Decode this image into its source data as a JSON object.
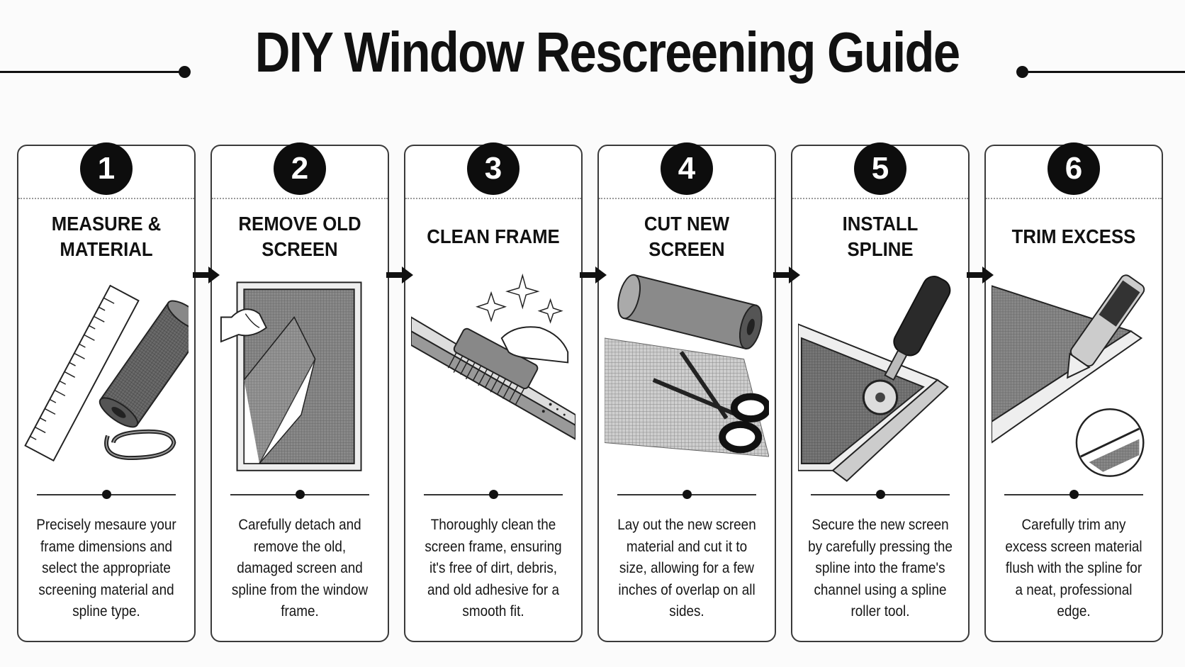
{
  "title": "DIY Window Rescreening Guide",
  "steps": [
    {
      "number": "1",
      "title": "MEASURE &\nMATERIAL",
      "description": "Precisely mesaure your frame dimensions and select the appropriate screening material and spline type."
    },
    {
      "number": "2",
      "title": "REMOVE OLD\nSCREEN",
      "description": "Carefully detach and remove the old, damaged screen and spline from the window frame."
    },
    {
      "number": "3",
      "title": "CLEAN FRAME",
      "description": "Thoroughly clean the screen frame, ensuring it's free of dirt, debris, and old adhesive for a smooth fit."
    },
    {
      "number": "4",
      "title": "CUT NEW\nSCREEN",
      "description": "Lay out the new screen material and cut it to size, allowing for a few inches of overlap on all sides."
    },
    {
      "number": "5",
      "title": "INSTALL\nSPLINE",
      "description": "Secure the new screen by carefully pressing the spline into the frame's channel using a spline roller tool."
    },
    {
      "number": "6",
      "title": "TRIM EXCESS",
      "description": "Carefully trim any excess screen material flush with the spline for a neat, professional edge."
    }
  ],
  "illustration_icons": [
    "ruler-and-screen-roll-icon",
    "peeling-screen-icon",
    "scrub-brush-icon",
    "screen-roll-and-scissors-icon",
    "spline-roller-icon",
    "utility-knife-icon"
  ]
}
